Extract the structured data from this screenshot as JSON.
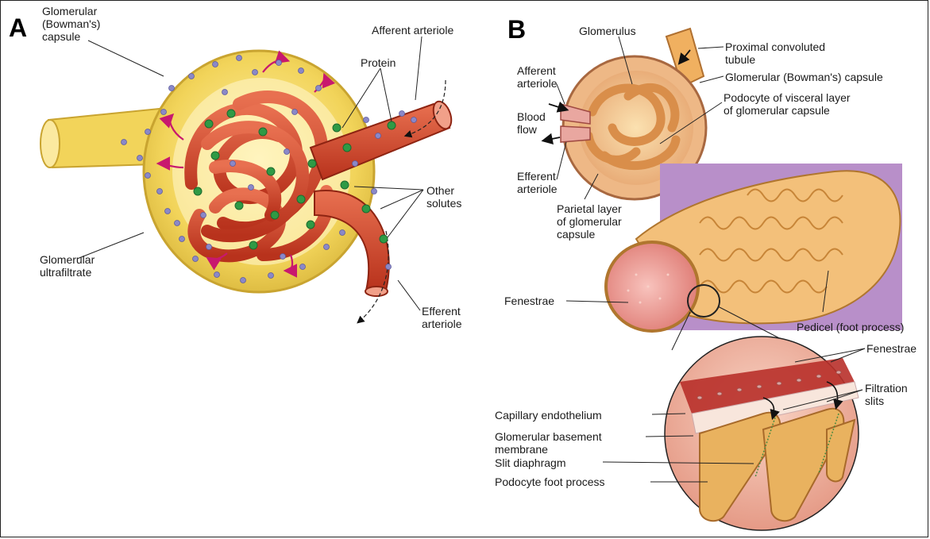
{
  "panels": {
    "a": {
      "letter": "A",
      "labels": {
        "bowmans_capsule": "Glomerular\n(Bowman's)\ncapsule",
        "afferent_arteriole": "Afferent arteriole",
        "protein": "Protein",
        "other_solutes": "Other\nsolutes",
        "ultrafiltrate": "Glomerular\nultrafiltrate",
        "efferent_arteriole": "Efferent\narteriole"
      }
    },
    "b": {
      "letter": "B",
      "labels": {
        "glomerulus": "Glomerulus",
        "proximal_tubule": "Proximal convoluted\ntubule",
        "bowmans_capsule": "Glomerular (Bowman's) capsule",
        "podocyte": "Podocyte of visceral layer\nof glomerular capsule",
        "afferent_arteriole": "Afferent\narteriole",
        "blood_flow": "Blood\nflow",
        "efferent_arteriole": "Efferent\narteriole",
        "parietal_layer": "Parietal layer\nof glomerular\ncapsule",
        "fenestrae_capillary": "Fenestrae",
        "pedicel": "Pedicel (foot process)",
        "fenestrae_detail": "Fenestrae",
        "filtration_slits": "Filtration\nslits",
        "capillary_endothelium": "Capillary endothelium",
        "basement_membrane": "Glomerular basement\nmembrane",
        "slit_diaphragm": "Slit diaphragm",
        "foot_process": "Podocyte foot process"
      }
    }
  },
  "colors": {
    "capsule_yellow": "#f2d45a",
    "capillary_red": "#d2452a",
    "protein_green": "#2f9a45",
    "solute_blue": "#8a88c8",
    "flow_arrow_magenta": "#c8186e",
    "tubule_orange": "#f0b060",
    "podocyte_purple_bg": "#b88fc9"
  }
}
